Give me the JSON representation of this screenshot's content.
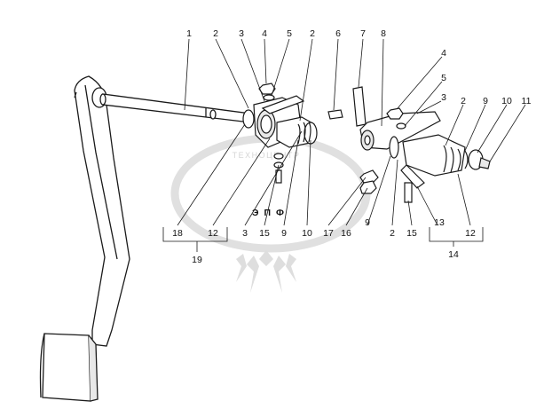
{
  "callouts": [
    {
      "id": "c1-top",
      "text": "1"
    },
    {
      "id": "c2-top-left",
      "text": "2"
    },
    {
      "id": "c3-top",
      "text": "3"
    },
    {
      "id": "c4-top",
      "text": "4"
    },
    {
      "id": "c5-top",
      "text": "5"
    },
    {
      "id": "c2-top-mid",
      "text": "2"
    },
    {
      "id": "c6-top",
      "text": "6"
    },
    {
      "id": "c7-top",
      "text": "7"
    },
    {
      "id": "c8-top",
      "text": "8"
    },
    {
      "id": "c4-right",
      "text": "4"
    },
    {
      "id": "c5-right",
      "text": "5"
    },
    {
      "id": "c3-right",
      "text": "3"
    },
    {
      "id": "c2-right",
      "text": "2"
    },
    {
      "id": "c9-right",
      "text": "9"
    },
    {
      "id": "c10-right",
      "text": "10"
    },
    {
      "id": "c11-right",
      "text": "11"
    },
    {
      "id": "c18-bottom",
      "text": "18"
    },
    {
      "id": "c12-bottom-left",
      "text": "12"
    },
    {
      "id": "c3-bottom",
      "text": "3"
    },
    {
      "id": "c15-bottom-left",
      "text": "15"
    },
    {
      "id": "c9-bottom-left",
      "text": "9"
    },
    {
      "id": "c10-bottom",
      "text": "10"
    },
    {
      "id": "c17-bottom",
      "text": "17"
    },
    {
      "id": "c16-bottom",
      "text": "16"
    },
    {
      "id": "c9-bottom-right",
      "text": "9"
    },
    {
      "id": "c2-bottom",
      "text": "2"
    },
    {
      "id": "c15-bottom-right",
      "text": "15"
    },
    {
      "id": "c13-bottom",
      "text": "13"
    },
    {
      "id": "c12-bottom-right",
      "text": "12"
    },
    {
      "id": "c19-group",
      "text": "19"
    },
    {
      "id": "c14-group",
      "text": "14"
    }
  ],
  "watermark": {
    "top_text": "ТЕХНОЦЕНТР",
    "logo_text": "ЭПФ",
    "color": "#d9d9d9"
  },
  "colors": {
    "line": "#1a1a1a",
    "fill": "#ffffff",
    "shade": "#e8e8e8",
    "dark": "#3a3a3a"
  }
}
